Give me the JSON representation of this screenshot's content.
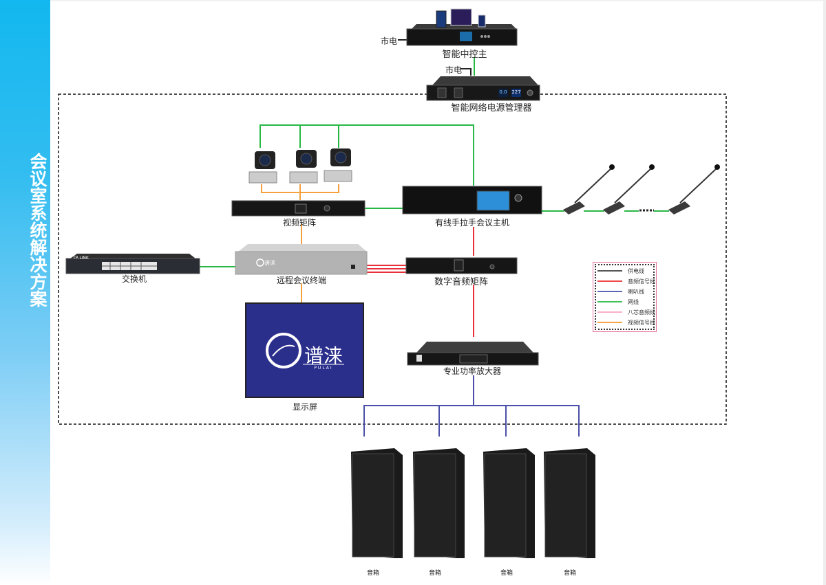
{
  "sidebar": {
    "title": "会议室系统解决方案"
  },
  "devices": {
    "central_control": {
      "label": "智能中控主",
      "mains_label": "市电"
    },
    "power_manager": {
      "label": "智能网络电源管理器",
      "mains_label": "市电",
      "display_1": "0.0",
      "display_2": "227"
    },
    "video_matrix": {
      "label": "视频矩阵"
    },
    "conference_host": {
      "label": "有线手拉手会议主机"
    },
    "switch": {
      "label": "交换机",
      "brand": "TP-LINK"
    },
    "remote_terminal": {
      "label": "远程会议终端",
      "brand": "谱涞"
    },
    "audio_matrix": {
      "label": "数字音频矩阵"
    },
    "display": {
      "label": "显示屏",
      "logo_text": "谱涞",
      "logo_sub": "PULAI"
    },
    "amplifier": {
      "label": "专业功率放大器"
    },
    "speakers": [
      {
        "label": "音箱"
      },
      {
        "label": "音箱"
      },
      {
        "label": "音箱"
      },
      {
        "label": "音箱"
      }
    ],
    "cameras_count": 3,
    "microphones_count": 3
  },
  "legend": {
    "items": [
      {
        "label": "供电线",
        "color": "#555555"
      },
      {
        "label": "音频信号线",
        "color": "#ef4a4a"
      },
      {
        "label": "喇叭线",
        "color": "#5b66b8"
      },
      {
        "label": "网线",
        "color": "#3fbf55"
      },
      {
        "label": "八芯音频线",
        "color": "#f7b0c8"
      },
      {
        "label": "视频信号线",
        "color": "#f6a54a"
      }
    ]
  },
  "colors": {
    "network": "#27b844",
    "audio": "#e8303a",
    "speaker": "#4b4fa8",
    "video": "#f5a03a",
    "power": "#333333",
    "screen_bg": "#2b2f8c"
  }
}
